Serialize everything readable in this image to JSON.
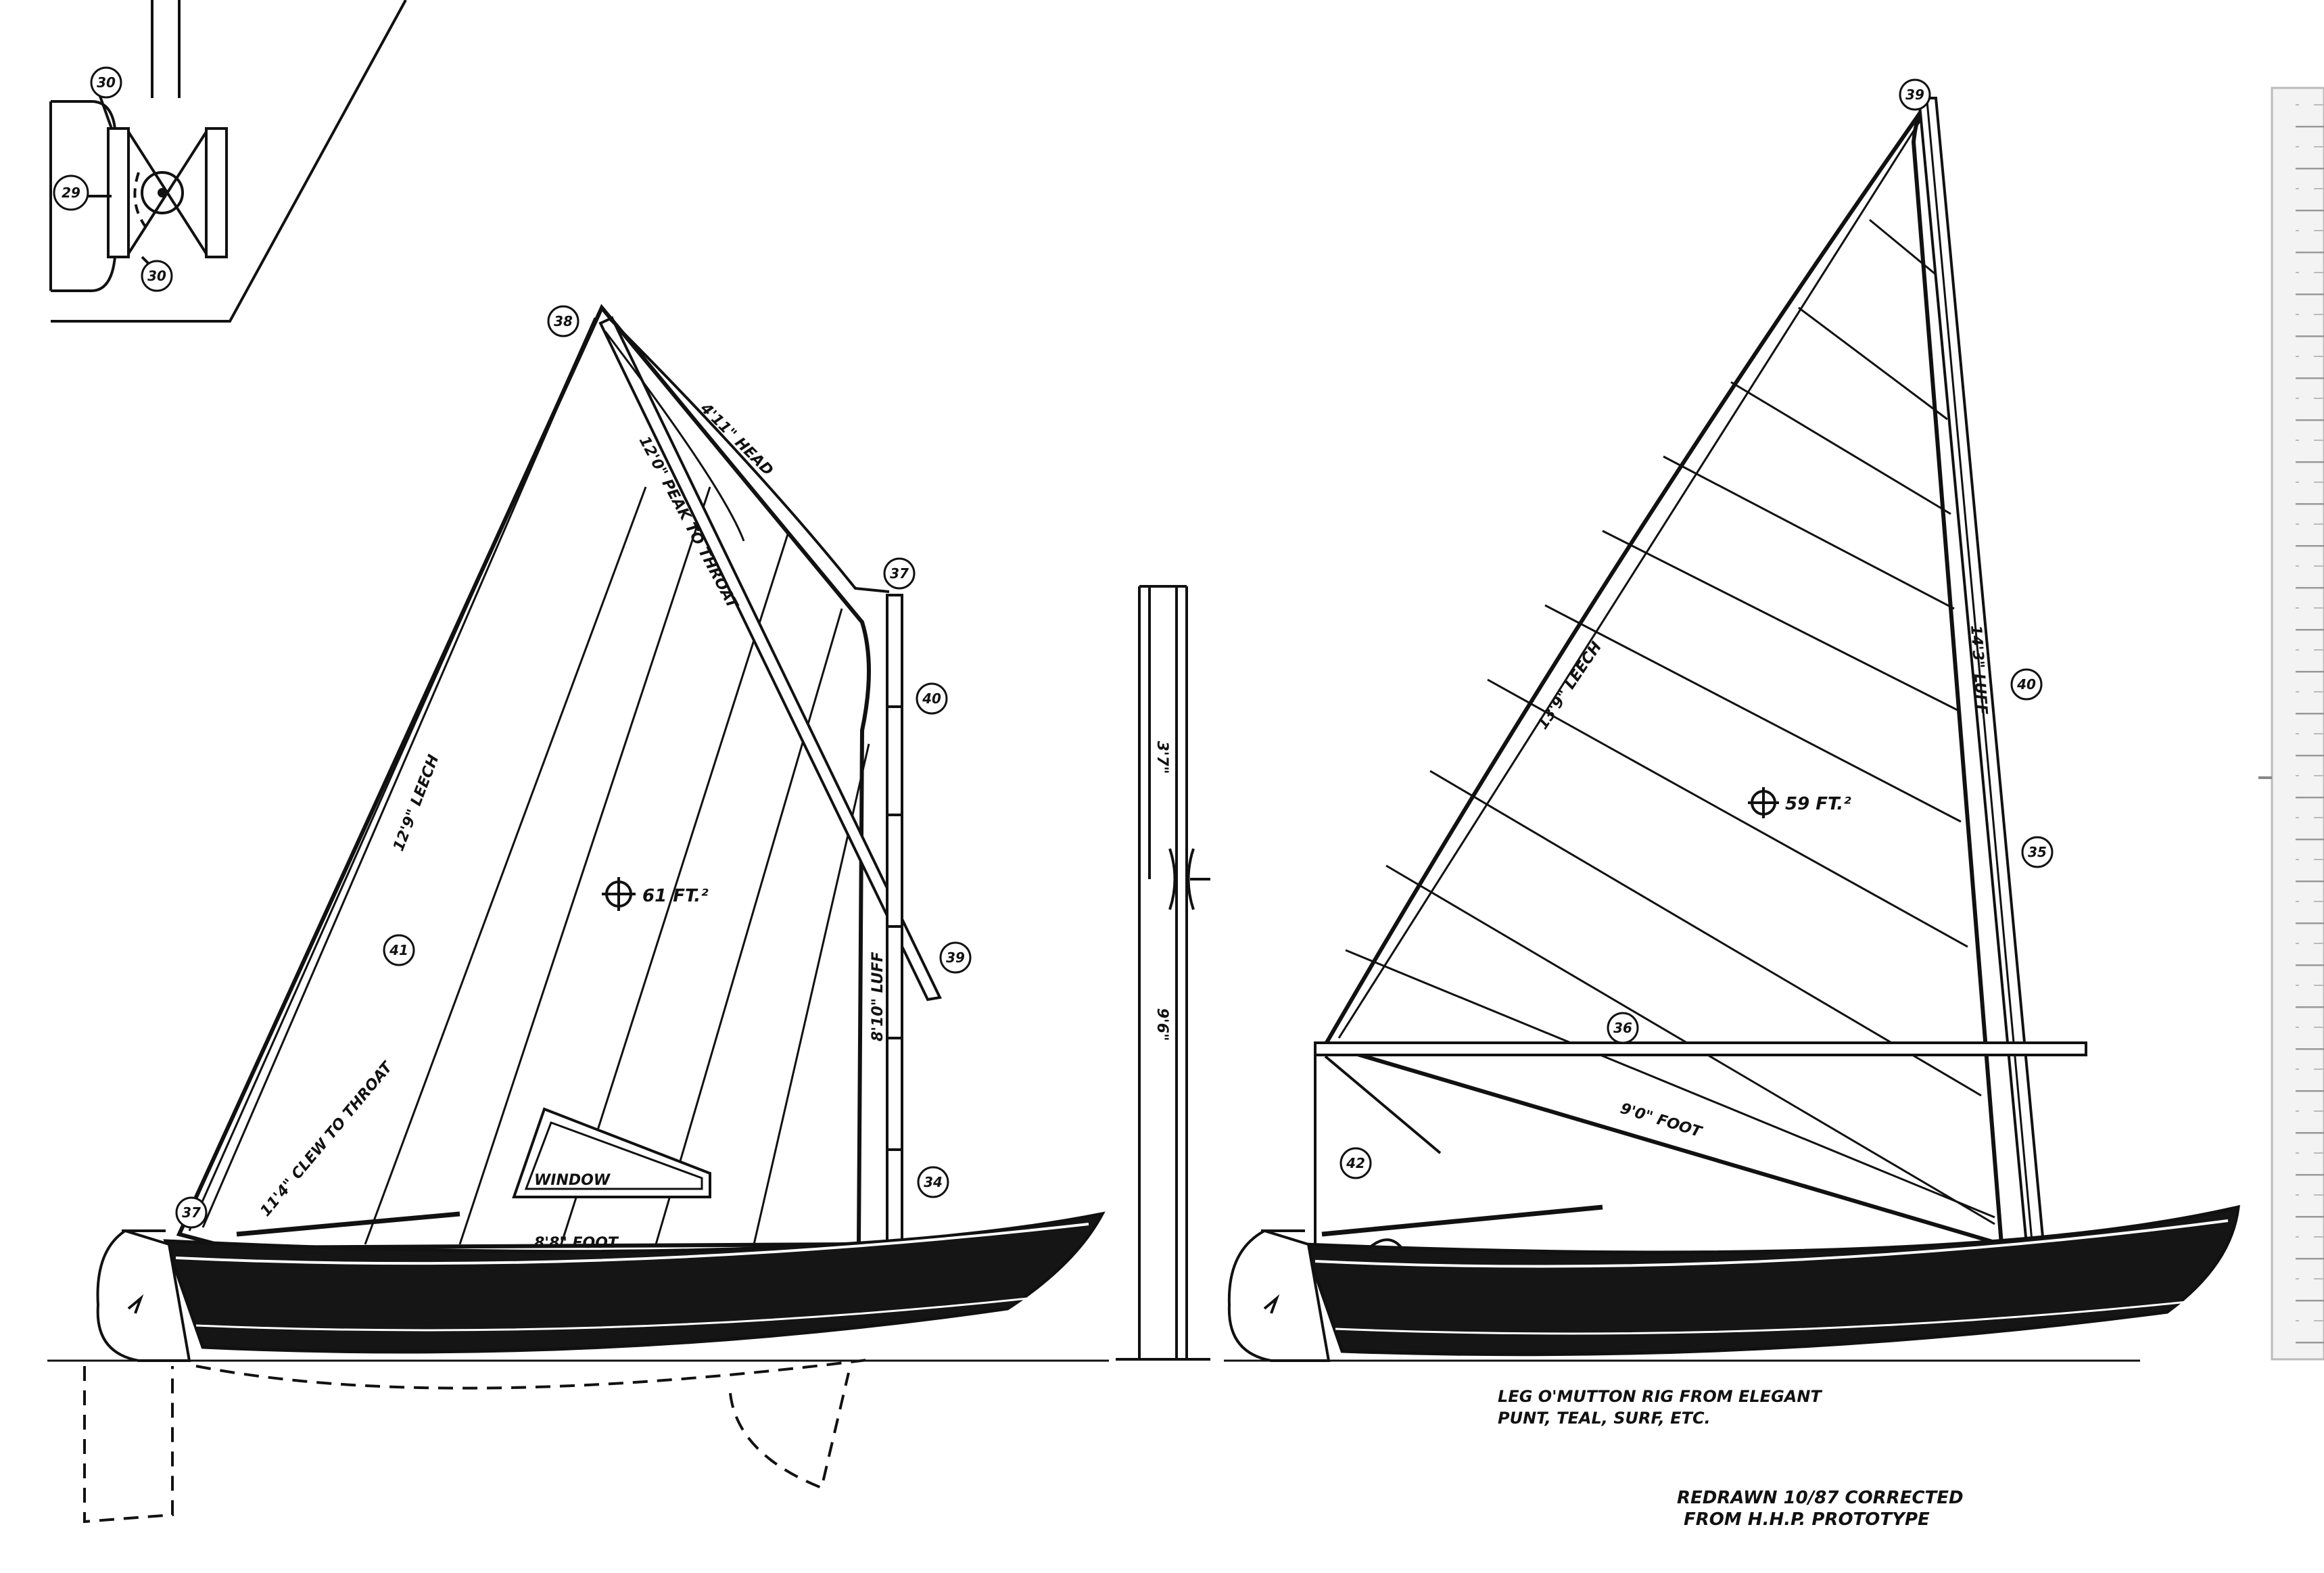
{
  "detail_inset": {
    "callouts": [
      "30",
      "29",
      "30"
    ]
  },
  "spritsail_rig": {
    "sail_area": "61 FT.²",
    "peak_to_throat": "12'0\" PEAK TO THROAT",
    "head": "4'11\" HEAD",
    "leech": "12'9\" LEECH",
    "clew_to_throat": "11'4\" CLEW TO THROAT",
    "luff": "8'10\" LUFF",
    "foot": "8'8\" FOOT",
    "window": "WINDOW",
    "callouts": [
      "38",
      "37",
      "40",
      "39",
      "41",
      "34",
      "37"
    ]
  },
  "mast": {
    "upper_dim": "3'7\"",
    "overall_dim": "9'6\""
  },
  "legomutton_rig": {
    "sail_area": "59 FT.²",
    "leech": "13'9\" LEECH",
    "luff": "14'3\" LUFF",
    "foot": "9'0\" FOOT",
    "callouts": [
      "39",
      "40",
      "35",
      "36",
      "42"
    ]
  },
  "notes": {
    "rig_note_line1": "LEG O'MUTTON RIG FROM ELEGANT",
    "rig_note_line2": "PUNT, TEAL, SURF, ETC.",
    "revision_line1": "REDRAWN 10/87 CORRECTED",
    "revision_line2": "FROM H.H.P. PROTOTYPE"
  },
  "colors": {
    "ink": "#111111",
    "paper": "#ffffff",
    "hull_fill": "#151515"
  }
}
